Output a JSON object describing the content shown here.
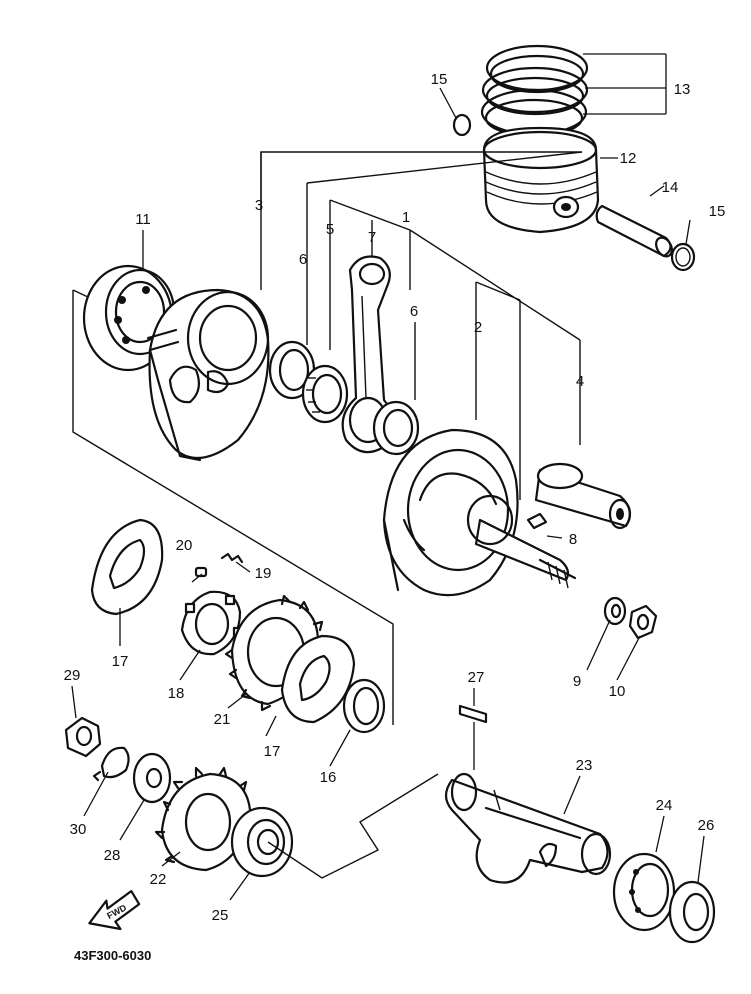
{
  "diagram": {
    "part_code": "43F300-6030",
    "forward_arrow_label": "FWD",
    "callouts": [
      {
        "id": "c1",
        "text": "1"
      },
      {
        "id": "c2",
        "text": "2"
      },
      {
        "id": "c3",
        "text": "3"
      },
      {
        "id": "c4",
        "text": "4"
      },
      {
        "id": "c5",
        "text": "5"
      },
      {
        "id": "c6a",
        "text": "6"
      },
      {
        "id": "c6b",
        "text": "6"
      },
      {
        "id": "c7",
        "text": "7"
      },
      {
        "id": "c8",
        "text": "8"
      },
      {
        "id": "c9",
        "text": "9"
      },
      {
        "id": "c10",
        "text": "10"
      },
      {
        "id": "c11",
        "text": "11"
      },
      {
        "id": "c12",
        "text": "12"
      },
      {
        "id": "c13",
        "text": "13"
      },
      {
        "id": "c14",
        "text": "14"
      },
      {
        "id": "c15a",
        "text": "15"
      },
      {
        "id": "c15b",
        "text": "15"
      },
      {
        "id": "c16",
        "text": "16"
      },
      {
        "id": "c17a",
        "text": "17"
      },
      {
        "id": "c17b",
        "text": "17"
      },
      {
        "id": "c18",
        "text": "18"
      },
      {
        "id": "c19",
        "text": "19"
      },
      {
        "id": "c20",
        "text": "20"
      },
      {
        "id": "c21",
        "text": "21"
      },
      {
        "id": "c22",
        "text": "22"
      },
      {
        "id": "c23",
        "text": "23"
      },
      {
        "id": "c24",
        "text": "24"
      },
      {
        "id": "c25",
        "text": "25"
      },
      {
        "id": "c26",
        "text": "26"
      },
      {
        "id": "c27",
        "text": "27"
      },
      {
        "id": "c28",
        "text": "28"
      },
      {
        "id": "c29",
        "text": "29"
      },
      {
        "id": "c30",
        "text": "30"
      }
    ]
  }
}
